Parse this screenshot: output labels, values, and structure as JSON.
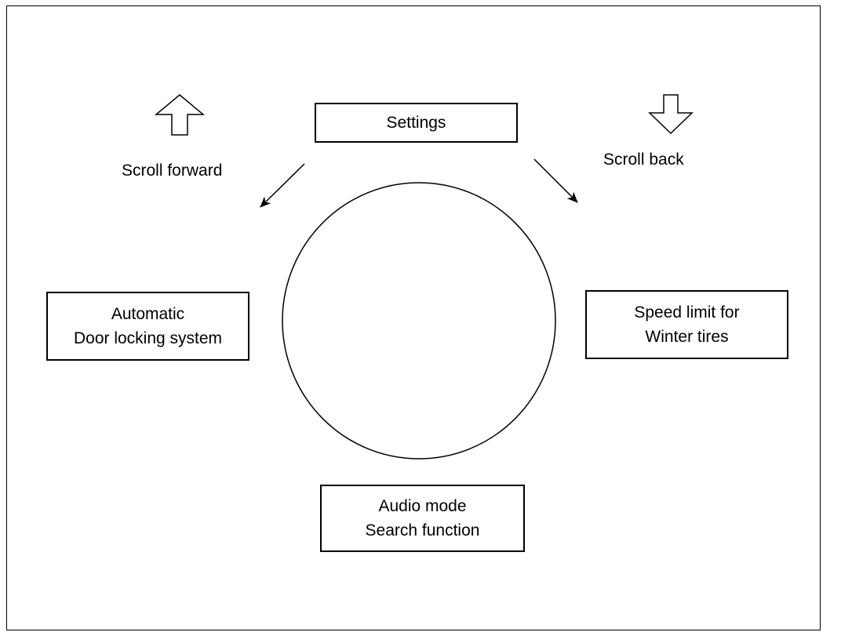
{
  "boxes": {
    "settings": {
      "line1": "Settings"
    },
    "door_locking": {
      "line1": "Automatic",
      "line2": "Door locking system"
    },
    "speed_limit": {
      "line1": "Speed limit for",
      "line2": "Winter tires"
    },
    "audio_mode": {
      "line1": "Audio mode",
      "line2": "Search function"
    }
  },
  "labels": {
    "scroll_forward": "Scroll forward",
    "scroll_back": "Scroll back"
  },
  "icons": {
    "forward": "arrow-up-icon",
    "back": "arrow-down-icon"
  }
}
